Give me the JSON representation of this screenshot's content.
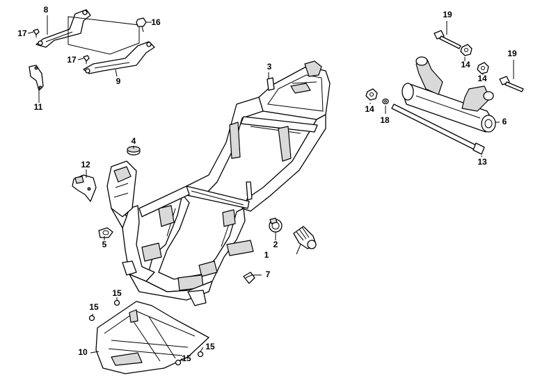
{
  "diagram": {
    "callouts": [
      {
        "id": "c1",
        "text": "1"
      },
      {
        "id": "c2",
        "text": "2"
      },
      {
        "id": "c3",
        "text": "3"
      },
      {
        "id": "c4",
        "text": "4"
      },
      {
        "id": "c5",
        "text": "5"
      },
      {
        "id": "c6",
        "text": "6"
      },
      {
        "id": "c7",
        "text": "7"
      },
      {
        "id": "c8",
        "text": "8"
      },
      {
        "id": "c9",
        "text": "9"
      },
      {
        "id": "c10",
        "text": "10"
      },
      {
        "id": "c11",
        "text": "11"
      },
      {
        "id": "c12",
        "text": "12"
      },
      {
        "id": "c13",
        "text": "13"
      },
      {
        "id": "c14a",
        "text": "14"
      },
      {
        "id": "c14b",
        "text": "14"
      },
      {
        "id": "c14c",
        "text": "14"
      },
      {
        "id": "c15a",
        "text": "15"
      },
      {
        "id": "c15b",
        "text": "15"
      },
      {
        "id": "c15c",
        "text": "15"
      },
      {
        "id": "c15d",
        "text": "15"
      },
      {
        "id": "c16",
        "text": "16"
      },
      {
        "id": "c17a",
        "text": "17"
      },
      {
        "id": "c17b",
        "text": "17"
      },
      {
        "id": "c18",
        "text": "18"
      },
      {
        "id": "c19a",
        "text": "19"
      },
      {
        "id": "c19b",
        "text": "19"
      }
    ]
  }
}
